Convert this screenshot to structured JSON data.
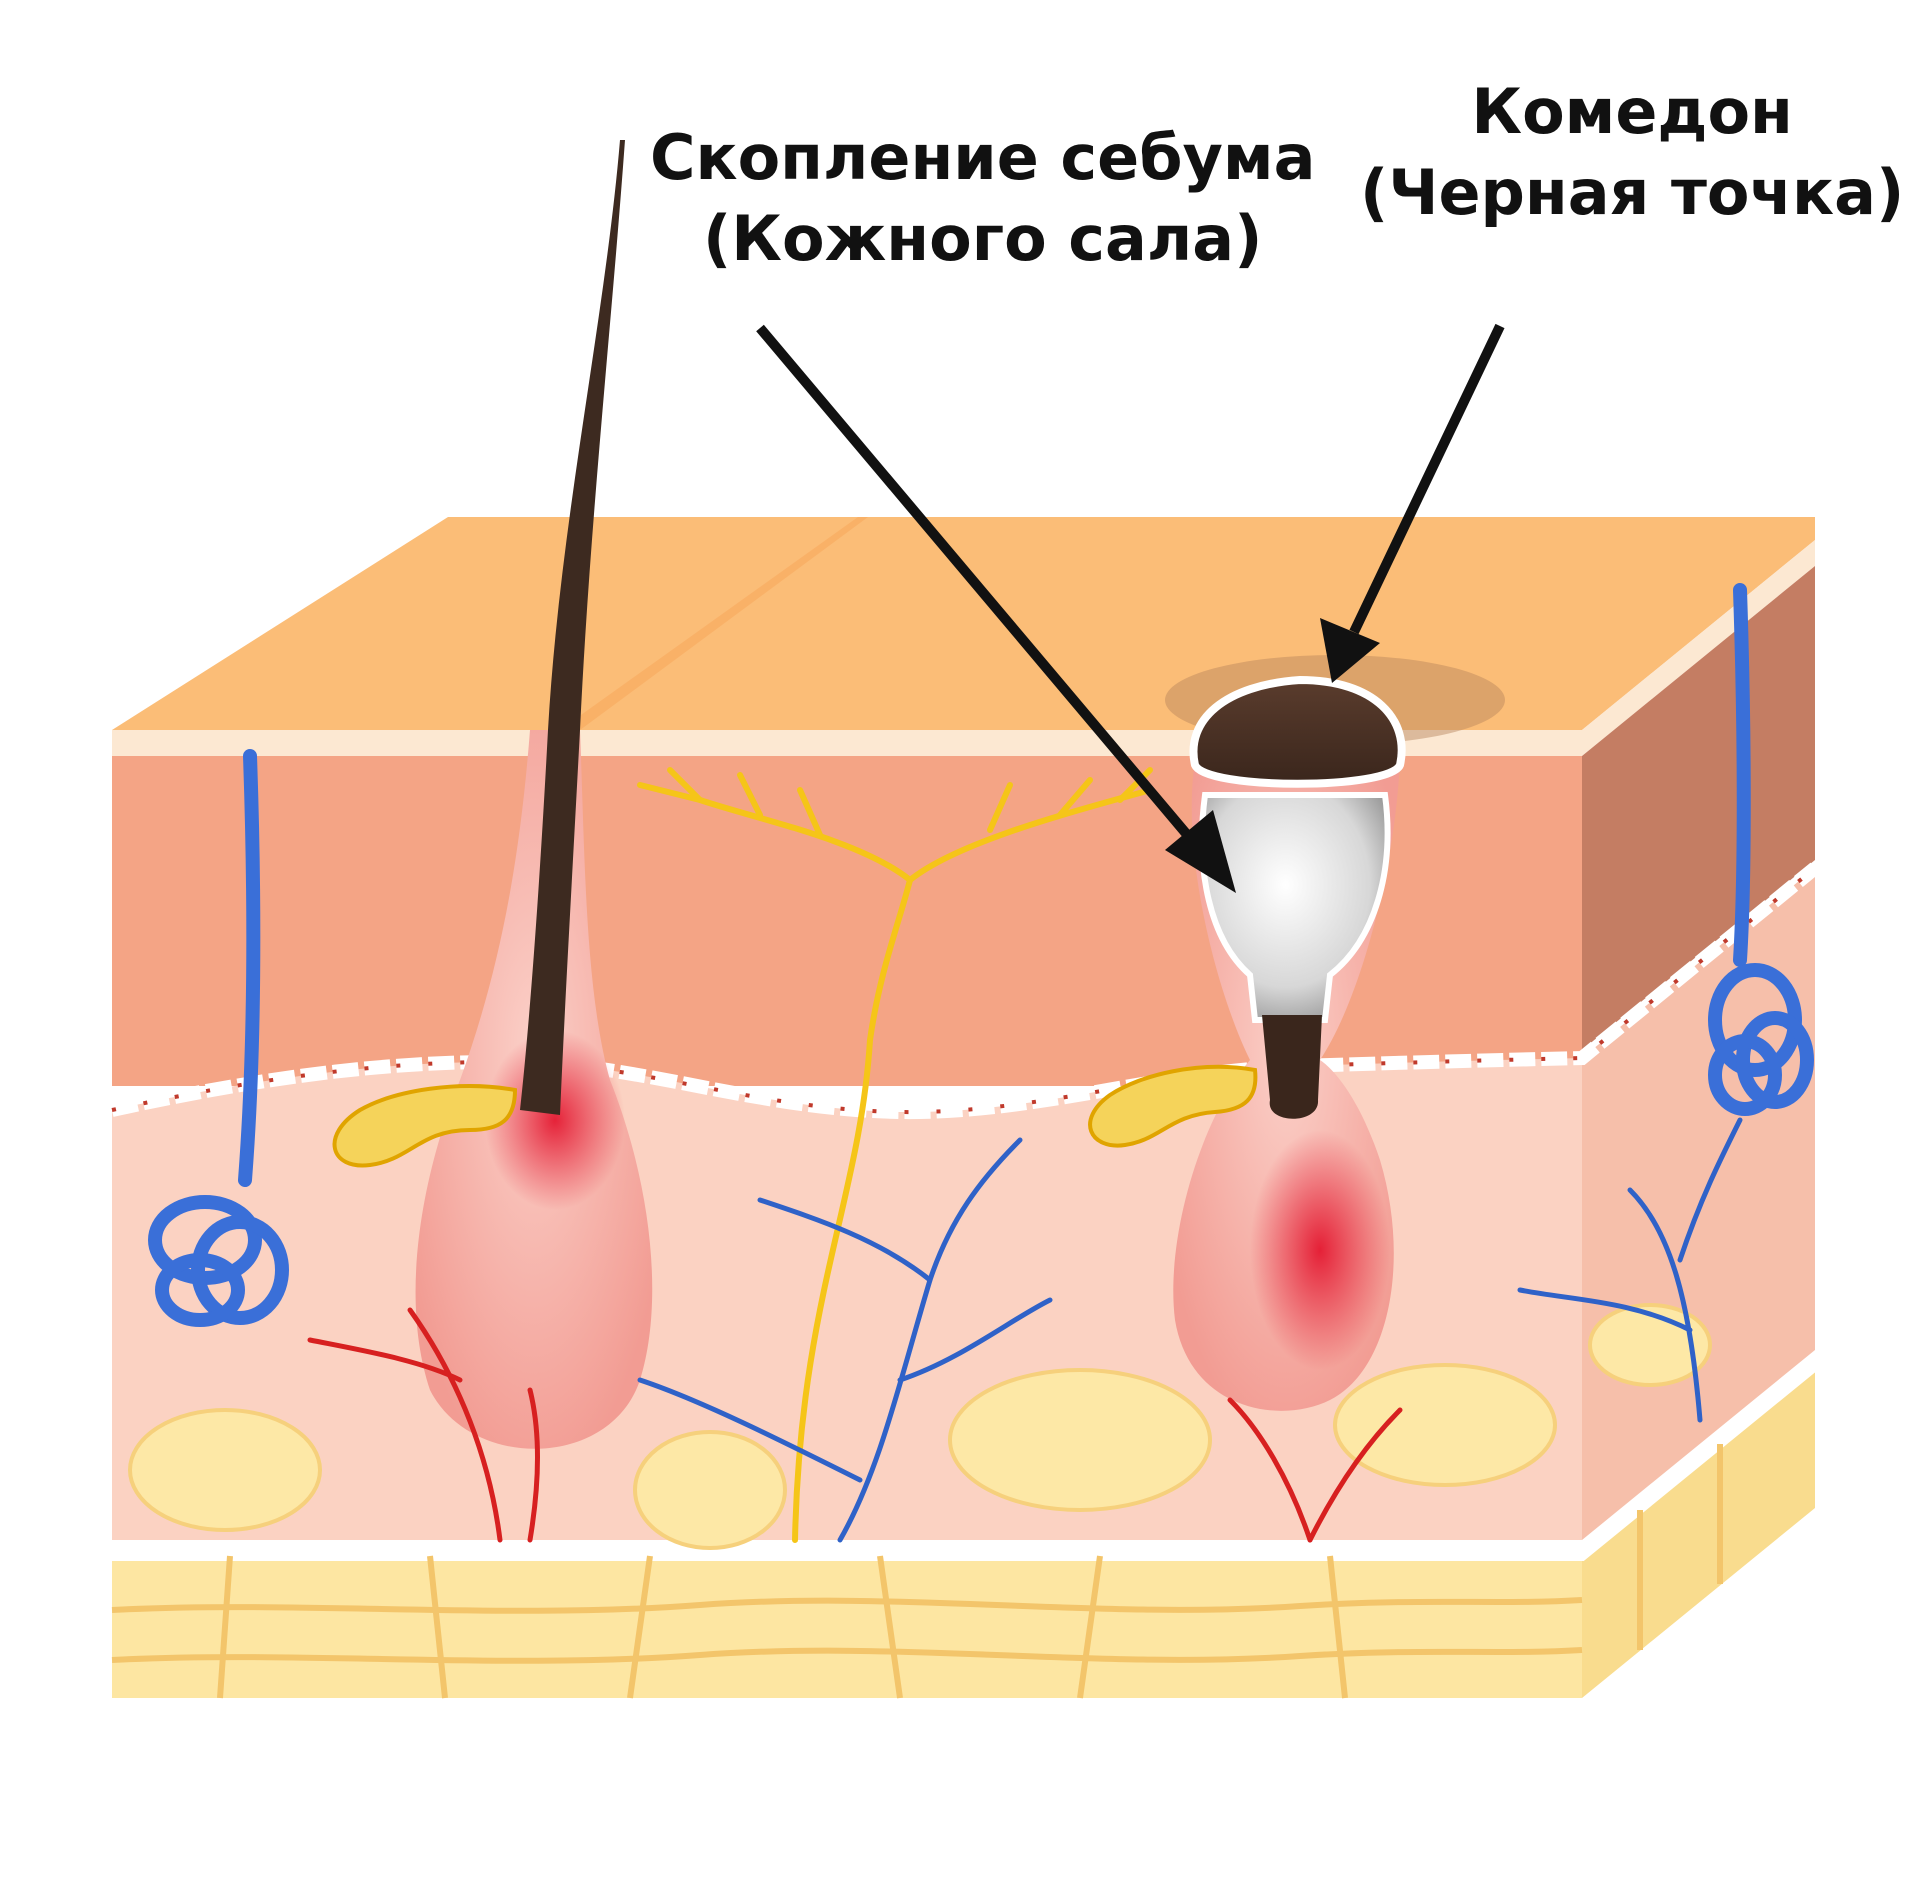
{
  "labels": {
    "sebum": {
      "line1": "Скопление себума",
      "line2": "(Кожного сала)"
    },
    "comedo": {
      "line1": "Комедон",
      "line2": "(Черная точка)"
    }
  },
  "colors": {
    "epidermis_top": "#fbbd77",
    "dermis": "#f4a485",
    "hypodermis": "#fbd2c2",
    "fat": "#fdeaa3",
    "hair": "#3d2a20",
    "comedo_cap": "#4a3024",
    "sebum_plug": "#e0e0e0",
    "vein": "#3a6fd8",
    "artery": "#d72020",
    "nerve": "#f5c518",
    "arrow": "#111111"
  }
}
